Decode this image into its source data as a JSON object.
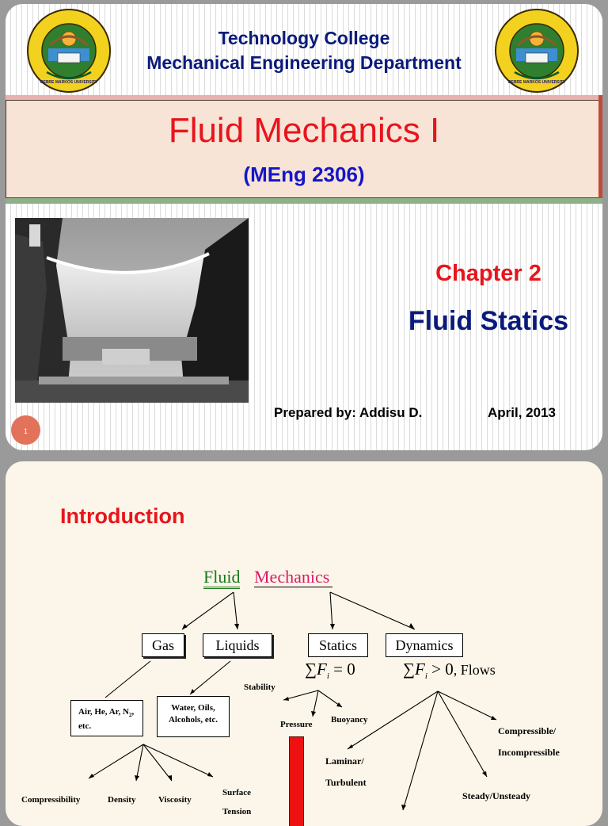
{
  "slide1": {
    "header_line1": "Technology College",
    "header_line2": "Mechanical Engineering Department",
    "logo_text_left": "DEBRE MARKOS UNIVERSITY",
    "logo_text_right": "DEBRE MARKOS UNIVERSITY",
    "course_title": "Fluid Mechanics I",
    "course_code": "(MEng 2306)",
    "chapter": "Chapter 2",
    "chapter_title": "Fluid Statics",
    "prepared_by": "Prepared by: Addisu D.",
    "date": "April, 2013",
    "slide_number": "1",
    "colors": {
      "title_red": "#e8141c",
      "code_blue": "#1515c8",
      "dark_navy": "#0a1a7a",
      "title_band": "#f7e4d6",
      "badge": "#e2725a"
    }
  },
  "slide2": {
    "heading": "Introduction",
    "root_fluid": "Fluid",
    "root_mechanics": "Mechanics",
    "nodes": {
      "gas": "Gas",
      "liquids": "Liquids",
      "statics": "Statics",
      "dynamics": "Dynamics"
    },
    "statics_eq": "∑F",
    "statics_eq_sub": "i",
    "statics_eq_rhs": " = 0",
    "dynamics_eq": "∑F",
    "dynamics_eq_sub": "i",
    "dynamics_eq_rhs": " > 0",
    "dynamics_eq_suffix": ", Flows",
    "gas_examples": "Air, He, Ar, N",
    "gas_examples_sub": "2",
    "gas_examples_end": ", etc.",
    "liquid_examples_line1": "Water, Oils,",
    "liquid_examples_line2": "Alcohols, etc.",
    "statics_children": {
      "stability": "Stability",
      "pressure": "Pressure",
      "buoyancy": "Buoyancy"
    },
    "dynamics_children": {
      "compressible_line1": "Compressible/",
      "compressible_line2": "Incompressible",
      "laminar_line1": "Laminar/",
      "laminar_line2": "Turbulent",
      "steady": "Steady/Unsteady"
    },
    "property_children": {
      "compressibility": "Compressibility",
      "density": "Density",
      "viscosity": "Viscosity",
      "surface_line1": "Surface",
      "surface_line2": "Tension"
    },
    "colors": {
      "heading_red": "#e8141c",
      "fluid_green": "#1a7a1a",
      "mechanics_magenta": "#d81b6a",
      "pressure_bar": "#ee1111"
    }
  }
}
